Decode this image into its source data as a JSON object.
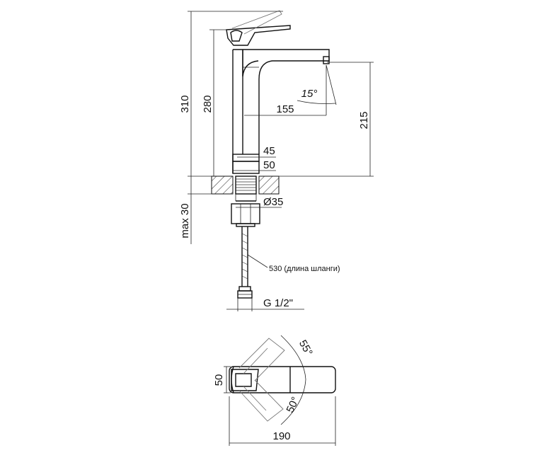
{
  "side_view": {
    "dim_total_height": "310",
    "dim_spout_height": "280",
    "dim_spout_reach": "155",
    "dim_outlet_height": "215",
    "dim_angle_outlet": "15°",
    "dim_base_45": "45",
    "dim_base_50": "50",
    "dim_thread_diameter": "Ø35",
    "dim_max_counter": "max 30",
    "hose_note": "530 (длина шланги)",
    "dim_connection": "G 1/2\""
  },
  "top_view": {
    "dim_width": "50",
    "dim_length": "190",
    "dim_angle_open": "55°",
    "dim_angle_close": "50°"
  }
}
